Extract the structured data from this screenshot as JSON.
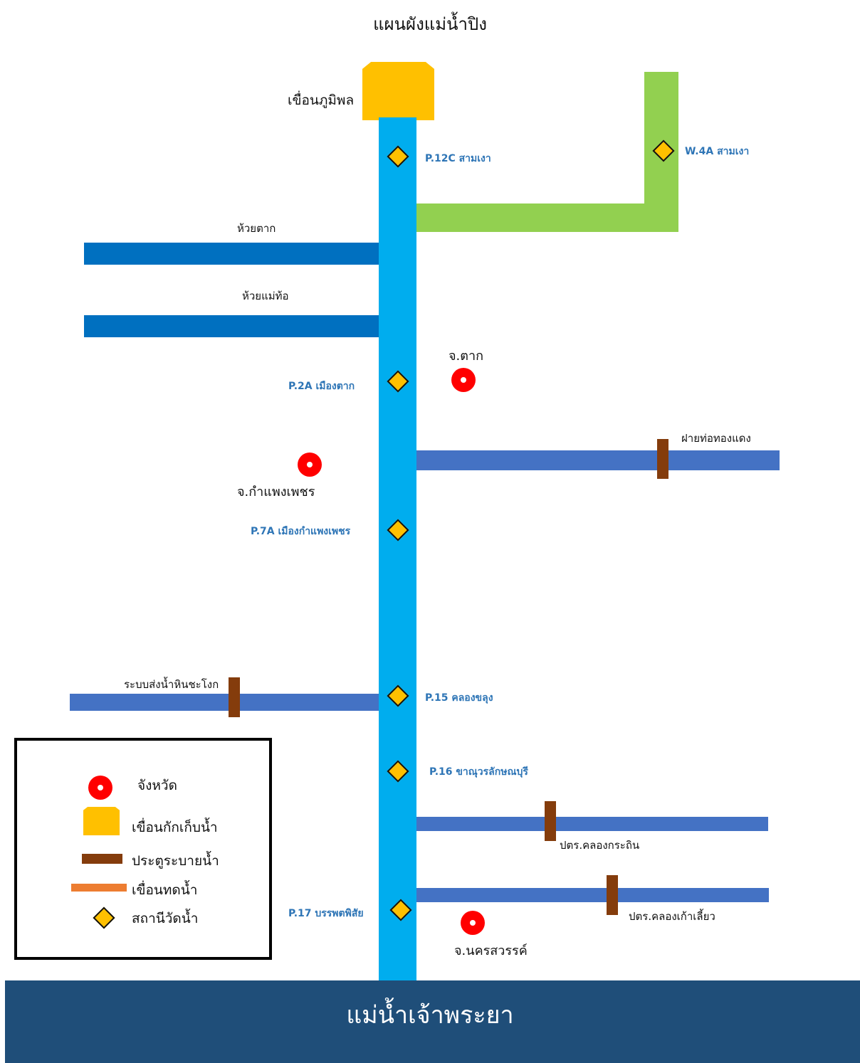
{
  "title": "แผนผังแม่น้ำปิง",
  "dam": {
    "label": "เขื่อนภูมิพล"
  },
  "outlet_river": "แม่น้ำเจ้าพระยา",
  "tributaries": {
    "huai_tak": "ห้วยตาก",
    "huai_mae_tho": "ห้วยแม่ท้อ",
    "thotongdaeng": "ฝายท่อทองแดง",
    "hin_cha_chok": "ระบบส่งน้ำหินชะโงก",
    "khlong_krathin": "ปตร.คลองกระถิน",
    "khlong_kao_liao": "ปตร.คลองเก้าเลี้ยว"
  },
  "stations": {
    "p12c": "P.12C สามเงา",
    "w4a": "W.4A สามเงา",
    "p2a": "P.2A เมืองตาก",
    "p7a": "P.7A เมืองกำแพงเพชร",
    "p15": "P.15 คลองขลุง",
    "p16": "P.16 ขาณุวรลักษณบุรี",
    "p17": "P.17 บรรพตพิสัย"
  },
  "provinces": {
    "tak": "จ.ตาก",
    "kamphaeng_phet": "จ.กำแพงเพชร",
    "nakhon_sawan": "จ.นครสวรรค์"
  },
  "legend": {
    "province": "จังหวัด",
    "storage_dam": "เขื่อนกักเก็บน้ำ",
    "sluice_gate": "ประตูระบายน้ำ",
    "weir": "เขื่อนทดน้ำ",
    "gauge_station": "สถานีวัดน้ำ"
  },
  "colors": {
    "main_river": "#00adee",
    "tributary_dark": "#0070c0",
    "tributary": "#4472c4",
    "wang_river": "#92d050",
    "dam": "#ffc000",
    "gate": "#843c0c",
    "weir": "#ed7d31",
    "province_marker": "#ff0000",
    "station_label": "#2e75b6",
    "outlet_bar": "#1f4e79"
  }
}
